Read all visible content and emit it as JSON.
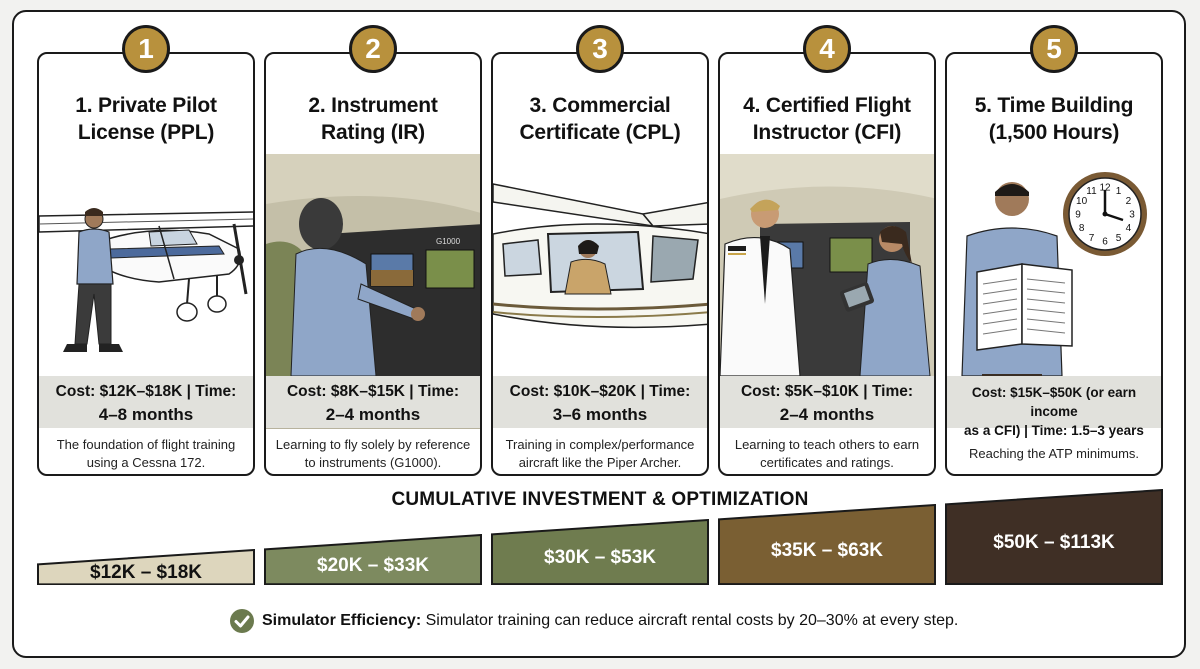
{
  "steps": [
    {
      "number": "1",
      "title_line1": "1. Private Pilot",
      "title_line2": "License (PPL)",
      "cost": "Cost: $12K–$18K | Time:",
      "duration": "4–8 months",
      "desc_line1": "The foundation of flight training",
      "desc_line2": "using a Cessna 172."
    },
    {
      "number": "2",
      "title_line1": "2. Instrument",
      "title_line2": "Rating (IR)",
      "cost": "Cost: $8K–$15K | Time:",
      "duration": "2–4 months",
      "desc_line1": "Learning to fly solely by reference",
      "desc_line2": "to instruments (G1000).",
      "panel_label": "G1000"
    },
    {
      "number": "3",
      "title_line1": "3. Commercial",
      "title_line2": "Certificate (CPL)",
      "cost": "Cost: $10K–$20K | Time:",
      "duration": "3–6 months",
      "desc_line1": "Training in complex/performance",
      "desc_line2": "aircraft like the Piper Archer."
    },
    {
      "number": "4",
      "title_line1": "4. Certified Flight",
      "title_line2": "Instructor (CFI)",
      "cost": "Cost: $5K–$10K | Time:",
      "duration": "2–4 months",
      "desc_line1": "Learning to teach others to earn",
      "desc_line2": "certificates and ratings."
    },
    {
      "number": "5",
      "title_line1": "5. Time Building",
      "title_line2": "(1,500 Hours)",
      "cost": "Cost: $15K–$50K (or earn income",
      "duration": "as a CFI) | Time: 1.5–3 years",
      "desc_line1": "Reaching the ATP minimums.",
      "desc_line2": ""
    }
  ],
  "investment": {
    "title": "CUMULATIVE INVESTMENT & OPTIMIZATION",
    "bars": [
      {
        "label": "$12K – $18K",
        "color": "#ddd6bd",
        "text_color": "#111111"
      },
      {
        "label": "$20K – $33K",
        "color": "#7d8a5f",
        "text_color": "#ffffff"
      },
      {
        "label": "$30K – $53K",
        "color": "#6f7c4f",
        "text_color": "#ffffff"
      },
      {
        "label": "$35K – $63K",
        "color": "#7a5f33",
        "text_color": "#ffffff"
      },
      {
        "label": "$50K – $113K",
        "color": "#3f2f25",
        "text_color": "#ffffff"
      }
    ]
  },
  "footer": {
    "bold": "Simulator Efficiency:",
    "text": " Simulator training can reduce aircraft rental costs by 20–30% at every step."
  },
  "clock": {
    "numbers": [
      "12",
      "1",
      "2",
      "3",
      "4",
      "5",
      "6",
      "7",
      "8",
      "9",
      "10",
      "11"
    ]
  },
  "colors": {
    "gold": "#b8913d",
    "olive": "#6b7a4e",
    "cost_band": "#e1e1dc",
    "shirt": "#8fa6c8"
  }
}
